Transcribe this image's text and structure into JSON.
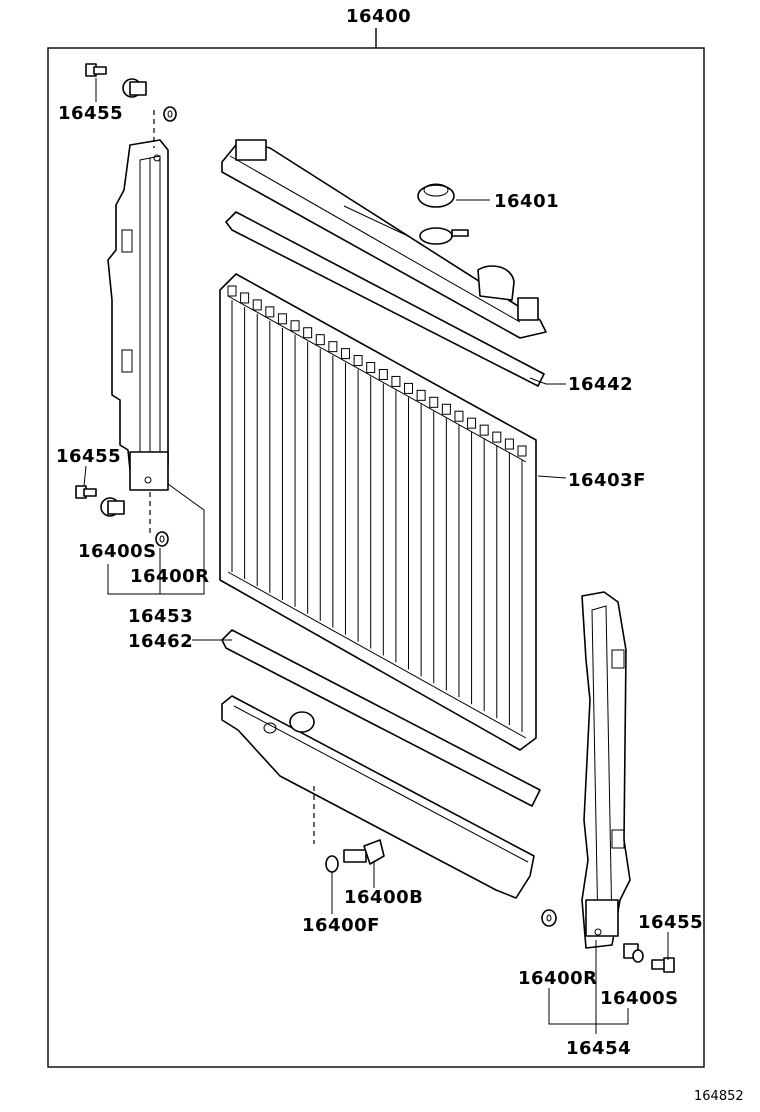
{
  "labels": {
    "assembly": "16400",
    "cap": "16401",
    "upper_gasket": "16442",
    "core": "16403F",
    "lower_gasket": "16462",
    "bolt_top_left": "16455",
    "bolt_mid_left": "16455",
    "bolt_right": "16455",
    "cushion_left": "16400S",
    "washer_left": "16400R",
    "support_left": "16453",
    "drain_cock": "16400B",
    "drain_oring": "16400F",
    "washer_right": "16400R",
    "cushion_right": "16400S",
    "support_right": "16454"
  },
  "figure_number": "164852"
}
